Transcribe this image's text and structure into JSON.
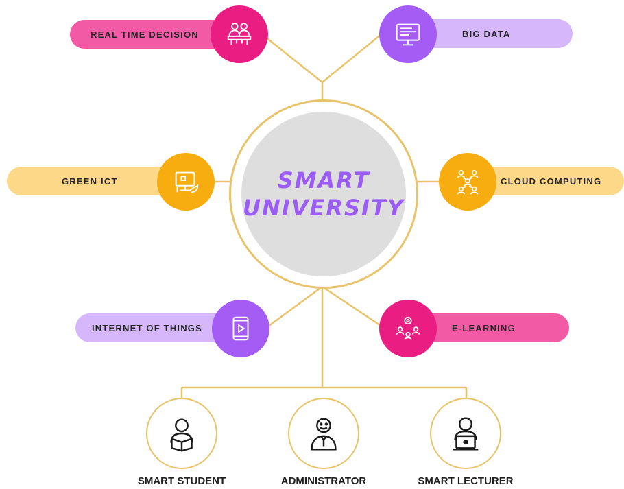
{
  "center": {
    "line1": "SMART",
    "line2": "UNIVERSITY"
  },
  "nodes": [
    {
      "label": "REAL TIME DECISION",
      "icon": "meeting-group-icon",
      "pill_color": "#f35aa5",
      "circle_color": "#ea1e82"
    },
    {
      "label": "BIG DATA",
      "icon": "computer-monitor-icon",
      "pill_color": "#d7b7fb",
      "circle_color": "#a55cf5"
    },
    {
      "label": "GREEN ICT",
      "icon": "eco-computer-icon",
      "pill_color": "#fdd888",
      "circle_color": "#f7ad0f"
    },
    {
      "label": "CLOUD COMPUTING",
      "icon": "network-people-icon",
      "pill_color": "#fdd888",
      "circle_color": "#f7ad0f"
    },
    {
      "label": "INTERNET OF THINGS",
      "icon": "tablet-play-icon",
      "pill_color": "#d7b7fb",
      "circle_color": "#a55cf5"
    },
    {
      "label": "E-LEARNING",
      "icon": "group-learning-icon",
      "pill_color": "#f35aa5",
      "circle_color": "#ea1e82"
    }
  ],
  "roles": [
    {
      "label": "SMART STUDENT",
      "icon": "student-reading-icon"
    },
    {
      "label": "ADMINISTRATOR",
      "icon": "administrator-icon"
    },
    {
      "label": "SMART LECTURER",
      "icon": "lecturer-laptop-icon"
    }
  ],
  "colors": {
    "line": "#e8c36a",
    "center_fill": "#dedede",
    "center_text": "#9b5cf6"
  }
}
